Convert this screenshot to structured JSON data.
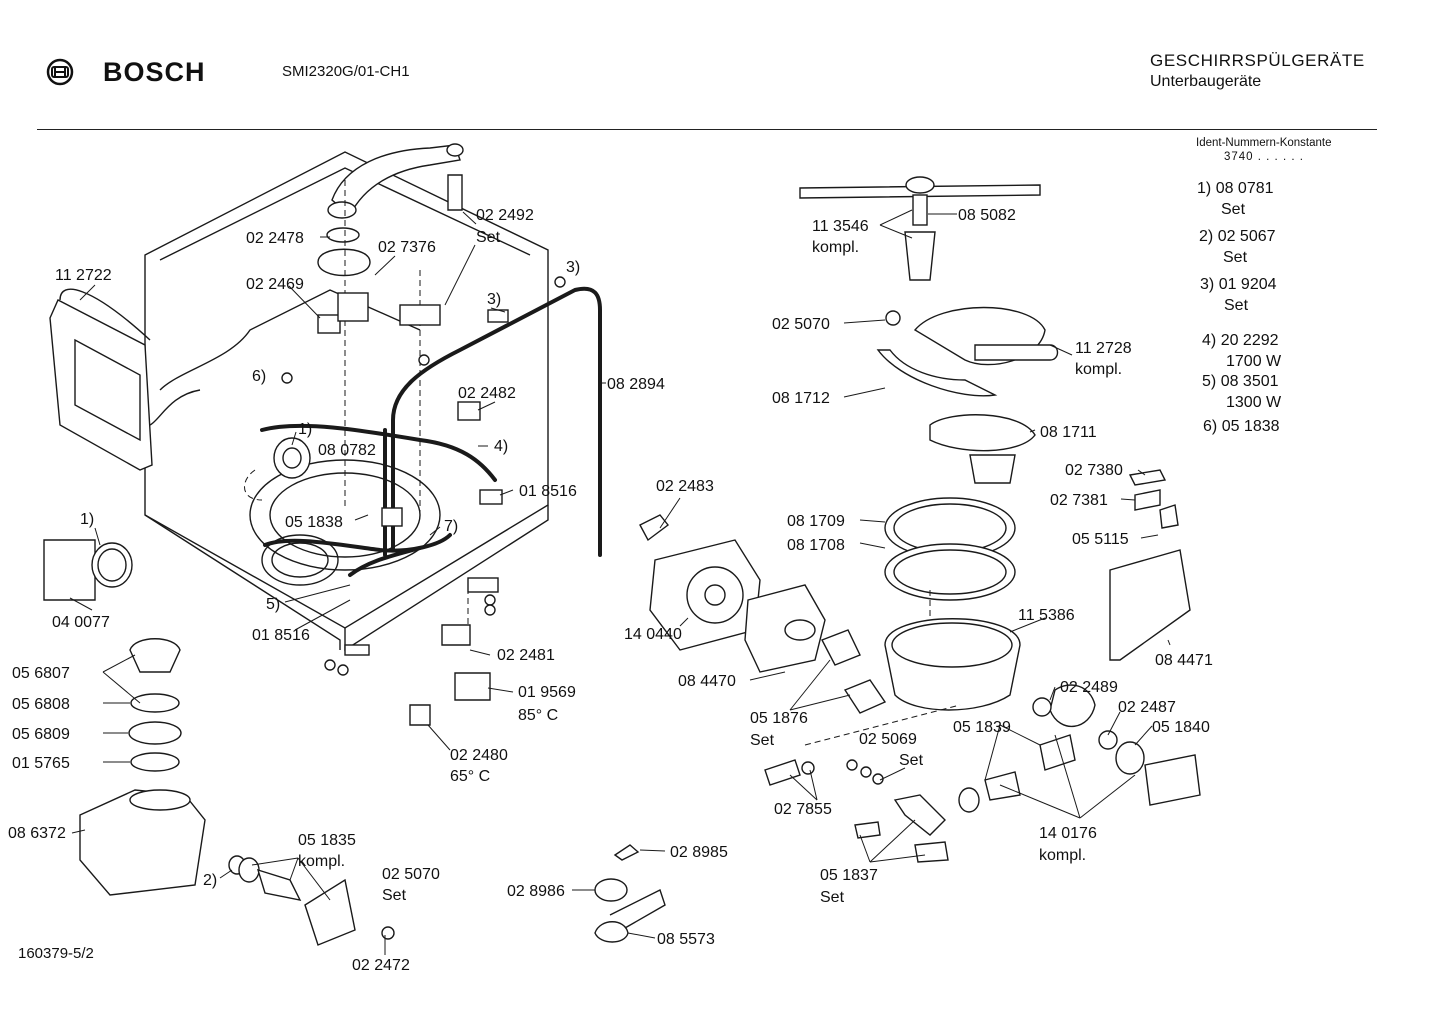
{
  "header": {
    "brand": "BOSCH",
    "model": "SMI2320G/01-CH1",
    "category_title": "GESCHIRRSPÜLGERÄTE",
    "category_subtitle": "Unterbaugeräte"
  },
  "ident": {
    "label": "Ident-Nummern-Konstante",
    "value": "3740  . .   . . . ."
  },
  "legend": [
    {
      "key": "1)",
      "part": "08 0781",
      "sub": "Set"
    },
    {
      "key": "2)",
      "part": "02 5067",
      "sub": "Set"
    },
    {
      "key": "3)",
      "part": "01 9204",
      "sub": "Set"
    },
    {
      "key": "4)",
      "part": "20 2292",
      "sub": "1700 W"
    },
    {
      "key": "5)",
      "part": "08 3501",
      "sub": "1300 W"
    },
    {
      "key": "6)",
      "part": "05 1838",
      "sub": ""
    }
  ],
  "footer": "160379-5/2",
  "callouts": {
    "c022492": "02 2492",
    "c022492s": "Set",
    "c022478": "02 2478",
    "c027376": "02 7376",
    "c112722": "11 2722",
    "c022469": "02 2469",
    "c3a": "3)",
    "c3b": "3)",
    "c6": "6)",
    "c082894": "08 2894",
    "c022482": "02 2482",
    "c1a": "1)",
    "c080782": "08 0782",
    "c4": "4)",
    "c018516a": "01 8516",
    "c051838": "05 1838",
    "c7": "7)",
    "c5": "5)",
    "c018516b": "01 8516",
    "c1b": "1)",
    "c040077": "04 0077",
    "c022481": "02 2481",
    "c019569": "01 9569",
    "c85c": "85° C",
    "c022480": "02 2480",
    "c65c": "65° C",
    "c056807": "05 6807",
    "c056808": "05 6808",
    "c056809": "05 6809",
    "c015765": "01 5765",
    "c086372": "08 6372",
    "c051835": "05 1835",
    "c051835k": "kompl.",
    "c2": "2)",
    "c025070b": "02 5070",
    "c025070bs": "Set",
    "c022472": "02 2472",
    "c028985": "02 8985",
    "c028986": "02 8986",
    "c085573": "08 5573",
    "c113546": "11 3546",
    "c113546k": "kompl.",
    "c085082": "08 5082",
    "c025070a": "02 5070",
    "c112728": "11 2728",
    "c112728k": "kompl.",
    "c081712": "08 1712",
    "c081711": "08 1711",
    "c027380": "02 7380",
    "c027381": "02 7381",
    "c055115": "05 5115",
    "c022483": "02 2483",
    "c081709": "08 1709",
    "c081708": "08 1708",
    "c140440": "14 0440",
    "c115386": "11 5386",
    "c084471": "08 4471",
    "c084470": "08 4470",
    "c022489": "02 2489",
    "c022487": "02 2487",
    "c051876": "05 1876",
    "c051876s": "Set",
    "c025069": "02 5069",
    "c025069s": "Set",
    "c051839": "05 1839",
    "c051840": "05 1840",
    "c027855": "02 7855",
    "c140176": "14 0176",
    "c140176k": "kompl.",
    "c051837": "05 1837",
    "c051837s": "Set"
  }
}
